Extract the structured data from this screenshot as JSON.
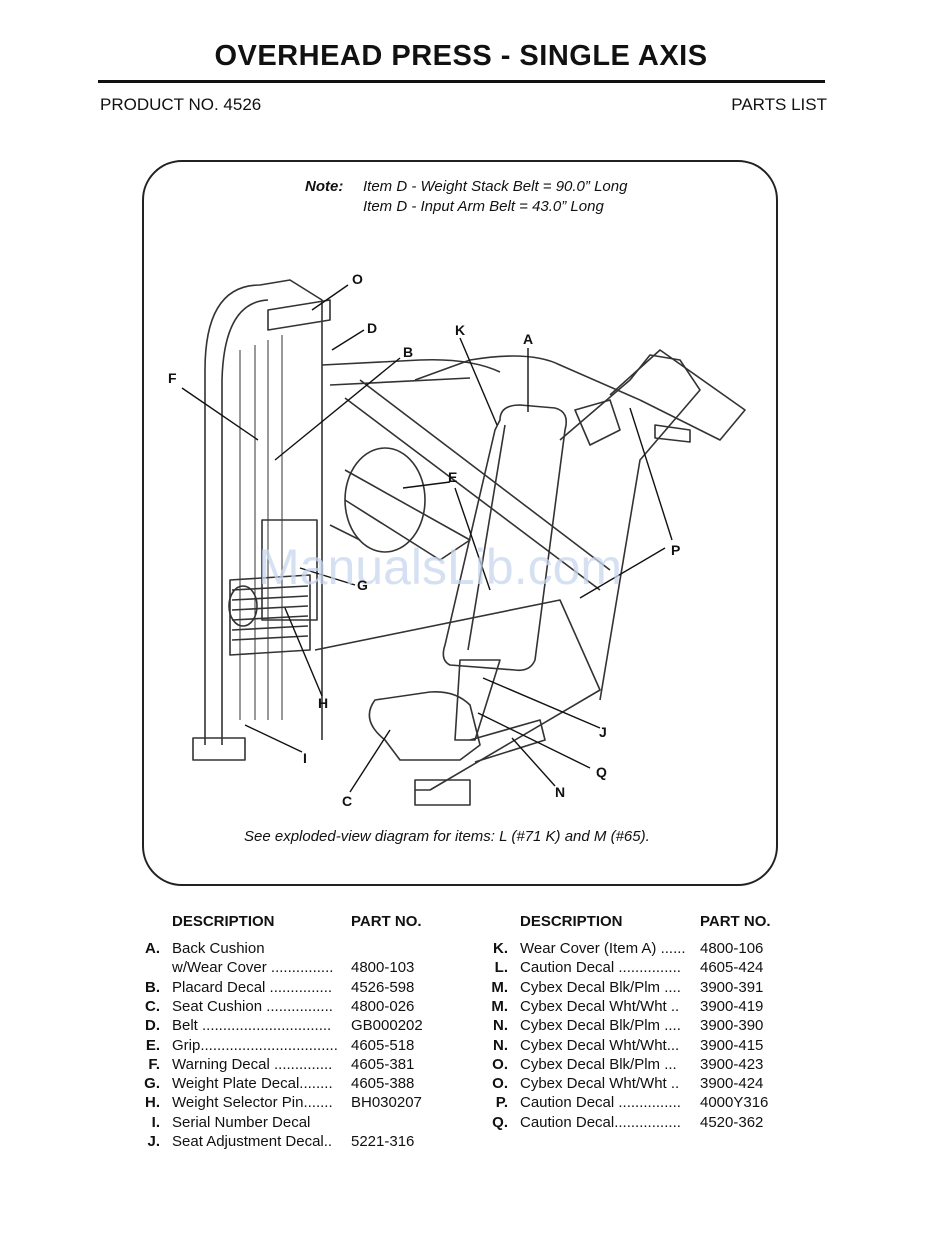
{
  "header": {
    "title": "OVERHEAD PRESS - SINGLE AXIS",
    "product_no": "PRODUCT NO. 4526",
    "section": "PARTS LIST"
  },
  "diagram": {
    "note_label": "Note:",
    "note_line1": "Item D - Weight Stack Belt = 90.0” Long",
    "note_line2": "Item D - Input Arm  Belt = 43.0” Long",
    "footer_note": "See exploded-view diagram for items: L (#71 K) and M (#65).",
    "callouts": [
      "O",
      "D",
      "K",
      "A",
      "B",
      "F",
      "E",
      "P",
      "G",
      "H",
      "J",
      "I",
      "Q",
      "N",
      "C"
    ],
    "watermark": "ManualsLib.com"
  },
  "columns": {
    "description_header": "DESCRIPTION",
    "part_header": "PART NO."
  },
  "parts_left": [
    {
      "letter": "A.",
      "desc": "Back Cushion",
      "part": ""
    },
    {
      "letter": "",
      "desc": "w/Wear Cover ...............",
      "part": "4800-103"
    },
    {
      "letter": "B.",
      "desc": "Placard Decal ...............",
      "part": "4526-598"
    },
    {
      "letter": "C.",
      "desc": "Seat Cushion ................",
      "part": "4800-026"
    },
    {
      "letter": "D.",
      "desc": "Belt ...............................",
      "part": "GB000202"
    },
    {
      "letter": "E.",
      "desc": "Grip.................................",
      "part": "4605-518"
    },
    {
      "letter": "F.",
      "desc": "Warning Decal ..............",
      "part": "4605-381"
    },
    {
      "letter": "G.",
      "desc": "Weight Plate Decal........",
      "part": "4605-388"
    },
    {
      "letter": "H.",
      "desc": "Weight Selector Pin.......",
      "part": "BH030207"
    },
    {
      "letter": "I.",
      "desc": "Serial Number Decal",
      "part": ""
    },
    {
      "letter": "J.",
      "desc": "Seat Adjustment Decal..",
      "part": "5221-316"
    }
  ],
  "parts_right": [
    {
      "letter": "K.",
      "desc": "Wear Cover (Item A) ......",
      "part": "4800-106"
    },
    {
      "letter": "L.",
      "desc": "Caution Decal ...............",
      "part": "4605-424"
    },
    {
      "letter": "M.",
      "desc": "Cybex Decal Blk/Plm ....",
      "part": "3900-391"
    },
    {
      "letter": "M.",
      "desc": "Cybex Decal Wht/Wht ..",
      "part": "3900-419"
    },
    {
      "letter": "N.",
      "desc": "Cybex Decal Blk/Plm ....",
      "part": "3900-390"
    },
    {
      "letter": "N.",
      "desc": "Cybex Decal Wht/Wht...",
      "part": "3900-415"
    },
    {
      "letter": "O.",
      "desc": "Cybex Decal Blk/Plm  ...",
      "part": "3900-423"
    },
    {
      "letter": "O.",
      "desc": "Cybex Decal Wht/Wht ..",
      "part": "3900-424"
    },
    {
      "letter": "P.",
      "desc": "Caution Decal ...............",
      "part": "4000Y316"
    },
    {
      "letter": "Q.",
      "desc": "Caution Decal................",
      "part": "4520-362"
    }
  ]
}
